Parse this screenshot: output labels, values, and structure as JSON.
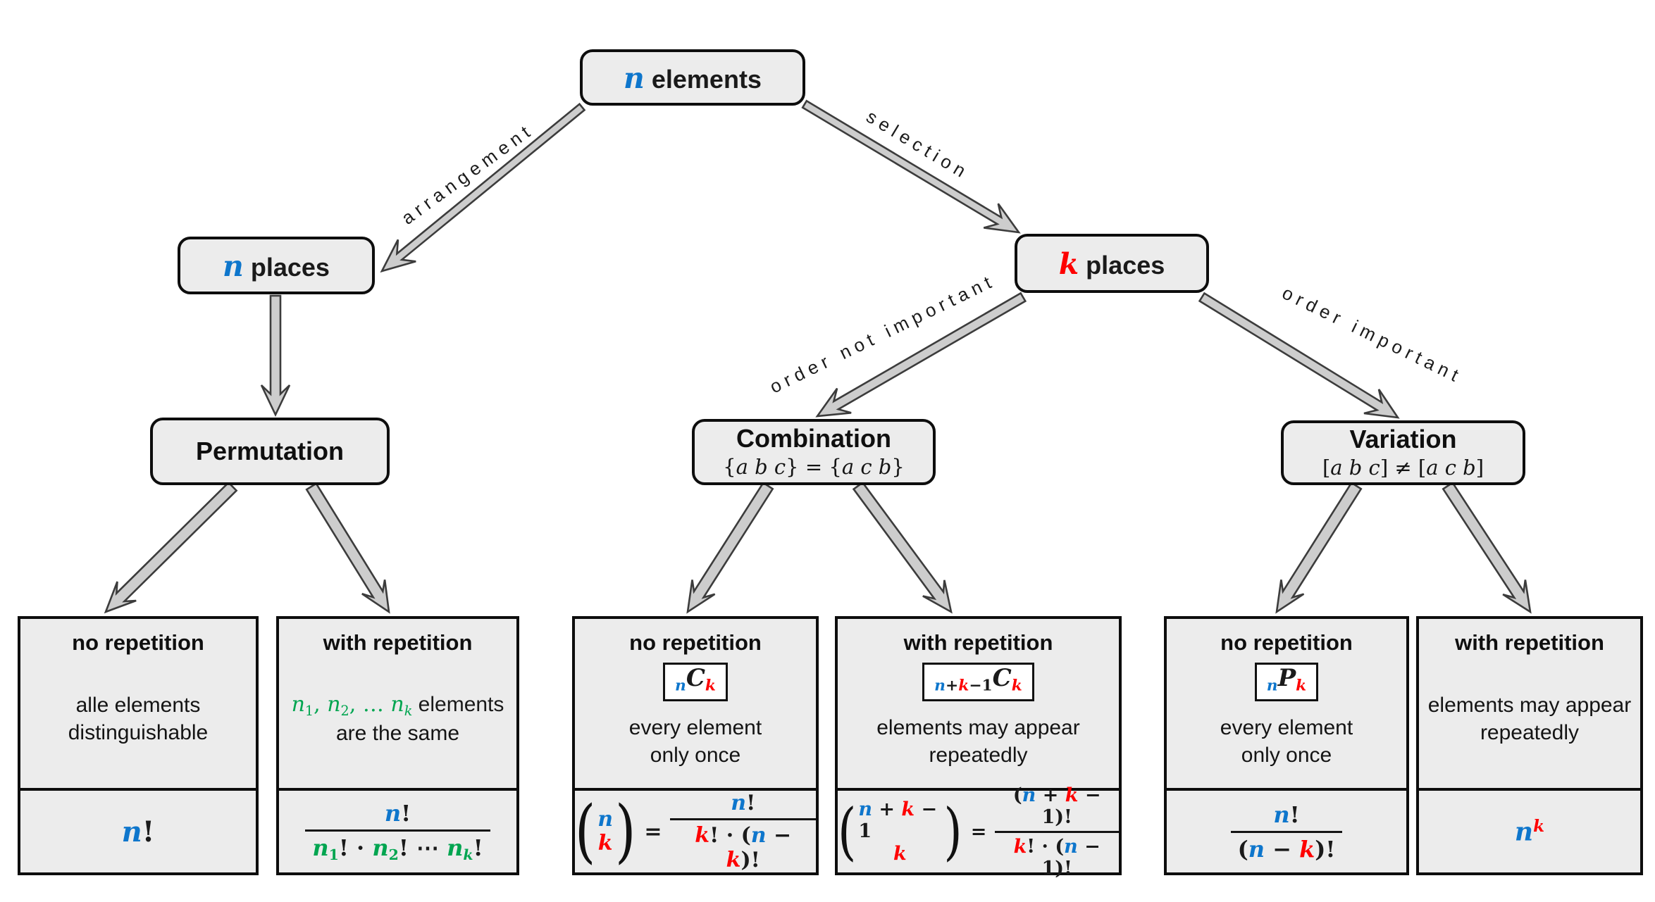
{
  "colors": {
    "n": "#0e76cc",
    "k": "#fe0000",
    "g": "#00a550",
    "b": "#1a1a1a"
  },
  "nodes": {
    "n_elements": {
      "title": [
        {
          "t": "n",
          "c": "n"
        },
        {
          "t": " elements",
          "c": "b",
          "f": "sansb"
        }
      ]
    },
    "n_places": {
      "title": [
        {
          "t": "n",
          "c": "n"
        },
        {
          "t": " places",
          "c": "b",
          "f": "sansb"
        }
      ]
    },
    "k_places": {
      "title": [
        {
          "t": "k",
          "c": "k"
        },
        {
          "t": " places",
          "c": "b",
          "f": "sansb"
        }
      ]
    },
    "permutation": {
      "title": "Permutation"
    },
    "combination": {
      "title": "Combination",
      "subtitle": [
        {
          "t": "{",
          "up": 1
        },
        {
          "t": "a b c"
        },
        {
          "t": "} = {",
          "up": 1
        },
        {
          "t": "a c b"
        },
        {
          "t": "}",
          "up": 1
        }
      ]
    },
    "variation": {
      "title": "Variation",
      "subtitle": [
        {
          "t": "[",
          "up": 1
        },
        {
          "t": "a b c"
        },
        {
          "t": "] ≠ [",
          "up": 1
        },
        {
          "t": "a c b"
        },
        {
          "t": "]",
          "up": 1
        }
      ]
    }
  },
  "edges": {
    "arrangement": "arrangement",
    "selection": "selection",
    "order_not_important": "order not important",
    "order_important": "order important"
  },
  "leaves": [
    {
      "title": "no repetition",
      "desc": [
        "alle elements",
        "distinguishable"
      ],
      "formula": [
        {
          "t": "n",
          "c": "n"
        },
        {
          "t": "!",
          "c": "b",
          "up": 1
        }
      ]
    },
    {
      "title": "with repetition",
      "desc_runs": [
        {
          "t": "n",
          "c": "g"
        },
        {
          "t": "1",
          "c": "g",
          "pos": "sub",
          "up": 1
        },
        {
          "t": ", ",
          "c": "g",
          "up": 1
        },
        {
          "t": "n",
          "c": "g"
        },
        {
          "t": "2",
          "c": "g",
          "pos": "sub",
          "up": 1
        },
        {
          "t": ", … ",
          "c": "g",
          "up": 1
        },
        {
          "t": "n",
          "c": "g"
        },
        {
          "t": "k",
          "c": "g",
          "pos": "sub"
        },
        {
          "t": " elements",
          "c": "b",
          "f": "sansf"
        }
      ],
      "desc2": "are the same",
      "frac": {
        "num": [
          {
            "t": "n",
            "c": "n"
          },
          {
            "t": "!",
            "c": "b",
            "up": 1
          }
        ],
        "den": [
          {
            "t": "n",
            "c": "g"
          },
          {
            "t": "1",
            "c": "g",
            "pos": "sub",
            "up": 1
          },
          {
            "t": "! · ",
            "c": "b",
            "up": 1
          },
          {
            "t": "n",
            "c": "g"
          },
          {
            "t": "2",
            "c": "g",
            "pos": "sub",
            "up": 1
          },
          {
            "t": "! ⋯ ",
            "c": "b",
            "up": 1
          },
          {
            "t": "n",
            "c": "g"
          },
          {
            "t": "k",
            "c": "g",
            "pos": "sub"
          },
          {
            "t": "!",
            "c": "b",
            "up": 1
          }
        ]
      }
    },
    {
      "title": "no repetition",
      "symbol": [
        {
          "t": "n",
          "c": "n",
          "pos": "sub"
        },
        {
          "t": "C",
          "c": "b"
        },
        {
          "t": "k",
          "c": "k",
          "pos": "sub"
        }
      ],
      "desc": [
        "every element",
        "only once"
      ],
      "binom": {
        "top": [
          {
            "t": "n",
            "c": "n"
          }
        ],
        "bot": [
          {
            "t": "k",
            "c": "k"
          }
        ]
      },
      "eq": [
        {
          "t": "=",
          "c": "b",
          "up": 1
        }
      ],
      "frac": {
        "num": [
          {
            "t": "n",
            "c": "n"
          },
          {
            "t": "!",
            "c": "b",
            "up": 1
          }
        ],
        "den": [
          {
            "t": "k",
            "c": "k"
          },
          {
            "t": "! · (",
            "c": "b",
            "up": 1
          },
          {
            "t": "n",
            "c": "n"
          },
          {
            "t": " − ",
            "c": "b",
            "up": 1
          },
          {
            "t": "k",
            "c": "k"
          },
          {
            "t": ")!",
            "c": "b",
            "up": 1
          }
        ]
      }
    },
    {
      "title": "with repetition",
      "symbol": [
        {
          "t": "n",
          "c": "n",
          "pos": "sub"
        },
        {
          "t": "+",
          "c": "b",
          "pos": "sub",
          "up": 1
        },
        {
          "t": "k",
          "c": "k",
          "pos": "sub"
        },
        {
          "t": "−1",
          "c": "b",
          "pos": "sub",
          "up": 1
        },
        {
          "t": "C",
          "c": "b"
        },
        {
          "t": "k",
          "c": "k",
          "pos": "sub"
        }
      ],
      "desc": [
        "elements may appear",
        "repeatedly"
      ],
      "binom": {
        "top": [
          {
            "t": "n",
            "c": "n"
          },
          {
            "t": " + ",
            "c": "b",
            "up": 1
          },
          {
            "t": "k",
            "c": "k"
          },
          {
            "t": " − 1",
            "c": "b",
            "up": 1
          }
        ],
        "bot": [
          {
            "t": "k",
            "c": "k"
          }
        ]
      },
      "eq": [
        {
          "t": "=",
          "c": "b",
          "up": 1
        }
      ],
      "frac": {
        "num": [
          {
            "t": "(",
            "c": "b",
            "up": 1
          },
          {
            "t": "n",
            "c": "n"
          },
          {
            "t": " + ",
            "c": "b",
            "up": 1
          },
          {
            "t": "k",
            "c": "k"
          },
          {
            "t": " − 1",
            "c": "b",
            "up": 1
          },
          {
            "t": ")!",
            "c": "b",
            "up": 1
          }
        ],
        "den": [
          {
            "t": "k",
            "c": "k"
          },
          {
            "t": "! · (",
            "c": "b",
            "up": 1
          },
          {
            "t": "n",
            "c": "n"
          },
          {
            "t": " − 1",
            "c": "b",
            "up": 1
          },
          {
            "t": ")!",
            "c": "b",
            "up": 1
          }
        ]
      }
    },
    {
      "title": "no repetition",
      "symbol": [
        {
          "t": "n",
          "c": "n",
          "pos": "sub"
        },
        {
          "t": "P",
          "c": "b"
        },
        {
          "t": "k",
          "c": "k",
          "pos": "sub"
        }
      ],
      "desc": [
        "every element",
        "only once"
      ],
      "frac": {
        "num": [
          {
            "t": "n",
            "c": "n"
          },
          {
            "t": "!",
            "c": "b",
            "up": 1
          }
        ],
        "den": [
          {
            "t": "(",
            "c": "b",
            "up": 1
          },
          {
            "t": "n",
            "c": "n"
          },
          {
            "t": " − ",
            "c": "b",
            "up": 1
          },
          {
            "t": "k",
            "c": "k"
          },
          {
            "t": ")!",
            "c": "b",
            "up": 1
          }
        ]
      }
    },
    {
      "title": "with repetition",
      "desc": [
        "elements may appear",
        "repeatedly"
      ],
      "formula": [
        {
          "t": "n",
          "c": "n"
        },
        {
          "t": "k",
          "c": "k",
          "pos": "sup"
        }
      ]
    }
  ]
}
